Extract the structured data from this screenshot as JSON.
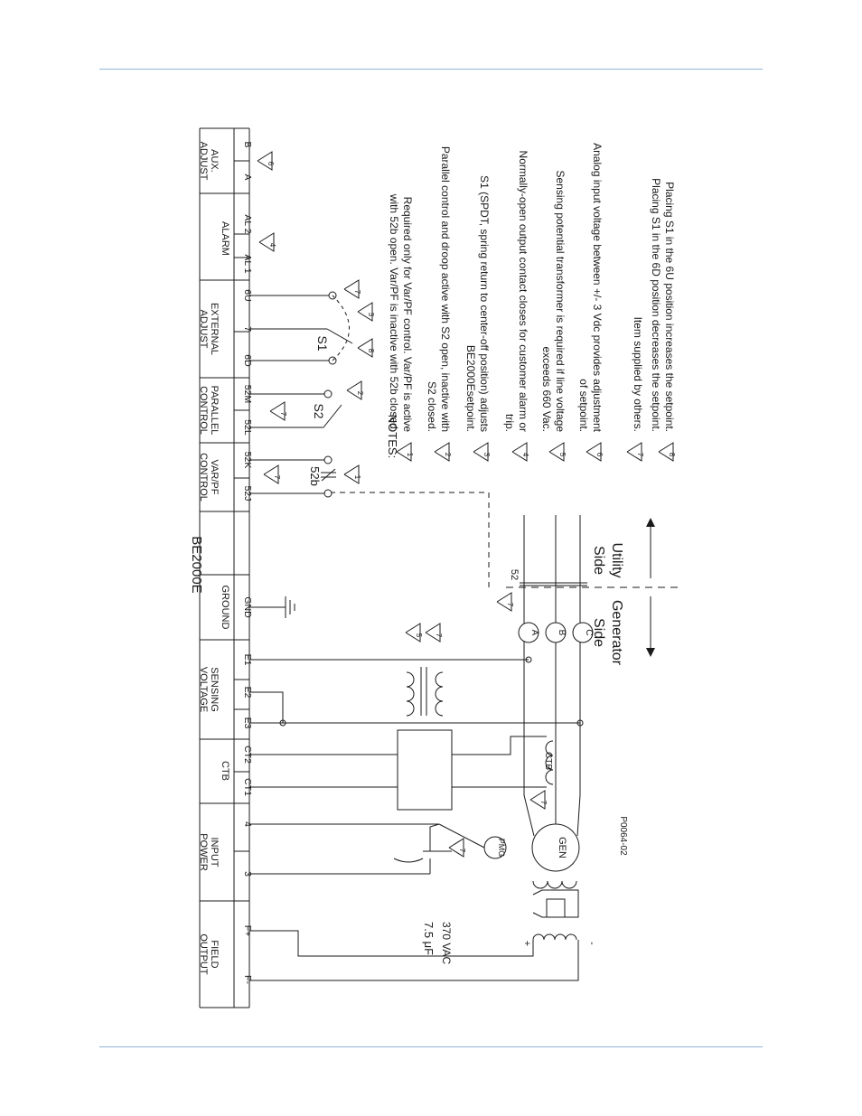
{
  "device": {
    "title": "BE2000E"
  },
  "terminal_groups": [
    {
      "name": "FIELD\nOUTPUT",
      "terminals": [
        "F-",
        "F+"
      ]
    },
    {
      "name": "INPUT\nPOWER",
      "terminals": [
        "3",
        "4"
      ]
    },
    {
      "name": "CTB",
      "terminals": [
        "CT1",
        "CT2"
      ]
    },
    {
      "name": "SENSING\nVOLTAGE",
      "terminals": [
        "E3",
        "E2",
        "E1"
      ]
    },
    {
      "name": "GROUND",
      "terminals": [
        "GND"
      ]
    },
    {
      "name": "",
      "terminals": [
        ""
      ]
    },
    {
      "name": "VAR/PF\nCONTROL",
      "terminals": [
        "52J",
        "52K"
      ]
    },
    {
      "name": "PARALLEL\nCONTROL",
      "terminals": [
        "52L",
        "52M"
      ]
    },
    {
      "name": "EXTERNAL\nADJUST",
      "terminals": [
        "6D",
        "7",
        "6U"
      ]
    },
    {
      "name": "ALARM",
      "terminals": [
        "AL 1",
        "AL 2"
      ]
    },
    {
      "name": "AUX.\nADJUST",
      "terminals": [
        "A",
        "B"
      ]
    }
  ],
  "components": {
    "gen": "GEN",
    "pmg": "PMG",
    "ctb": "CTB",
    "capacitor_value": "7.5 μF",
    "capacitor_voltage": "370 VAC",
    "phase_a": "A",
    "phase_b": "B",
    "phase_c": "C",
    "breaker": "52",
    "contact_52b": "52b",
    "switch_s1": "S1",
    "switch_s2": "S2",
    "plus": "+",
    "minus": "-",
    "generator_side": "Generator\nSide",
    "utility_side": "Utility\nSide",
    "figure_id": "P0064-02"
  },
  "notes": {
    "heading": "NOTES:",
    "items": [
      {
        "num": "1",
        "text": "Required only for   Var/PF control. Var/PF is active\nwith 52b open. Var/PF is inactive with 52b closed."
      },
      {
        "num": "2",
        "text": "Parallel control and droop active with S2 open, inactive with\nS2 closed."
      },
      {
        "num": "3",
        "text": "S1 (SPDT, spring return to center-off position) adjusts\nBE2000Esetpoint."
      },
      {
        "num": "4",
        "text": "Normally-open output contact closes for customer alarm or\ntrip."
      },
      {
        "num": "5",
        "text": "Sensing potential transformer is required if line voltage\nexceeds 660 Vac."
      },
      {
        "num": "6",
        "text": "Analog input voltage between +/- 3 Vdc provides adjustment\nof setpoint."
      },
      {
        "num": "7",
        "text": "Item supplied by others."
      },
      {
        "num": "8",
        "text": "Placing S1 in the 6U position increases the setpoint.\nPlacing S1 in the 6D position decreases the setpoint."
      }
    ]
  },
  "colors": {
    "rule": "#8fb4d8",
    "ink": "#1a1a1a"
  }
}
